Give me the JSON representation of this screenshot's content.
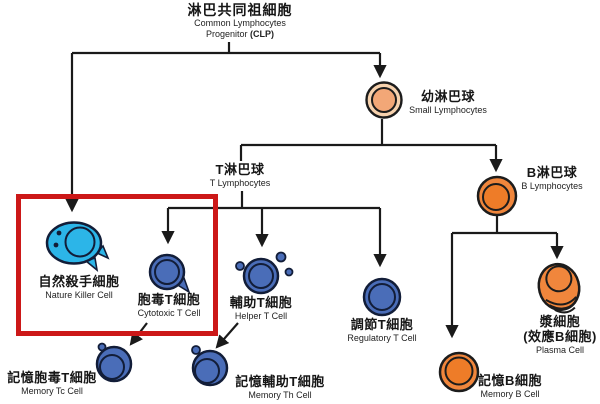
{
  "title": {
    "zh": "淋巴共同祖細胞",
    "en_line1": "Common Lymphocytes",
    "en_line2_normal": "Progenitor",
    "en_line2_bold": "(CLP)"
  },
  "nodes": {
    "small": {
      "zh": "幼淋巴球",
      "en": "Small Lymphocytes"
    },
    "t": {
      "zh": "T淋巴球",
      "en": "T Lymphocytes"
    },
    "b": {
      "zh": "B淋巴球",
      "en": "B Lymphocytes"
    },
    "nk": {
      "zh": "自然殺手細胞",
      "en": "Nature Killer Cell"
    },
    "cytotoxic": {
      "zh": "胞毒T細胞",
      "en": "Cytotoxic T Cell"
    },
    "helper": {
      "zh": "輔助T細胞",
      "en": "Helper T Cell"
    },
    "regulatory": {
      "zh": "調節T細胞",
      "en": "Regulatory T Cell"
    },
    "plasma": {
      "zh": "漿細胞",
      "zh2": "(效應B細胞)",
      "en": "Plasma Cell"
    },
    "memory_b": {
      "zh": "記憶B細胞",
      "en": "Memory B Cell"
    },
    "memory_tc": {
      "zh": "記憶胞毒T細胞",
      "en": "Memory Tc Cell"
    },
    "memory_th": {
      "zh": "記憶輔助T細胞",
      "en": "Memory Th Cell"
    }
  },
  "colors": {
    "cyan": "#2cb5e8",
    "blue": "#4a6db8",
    "orange": "#ee7c28",
    "orange_light": "#f0863c",
    "peach": "#f2a777",
    "peach_light": "#f7d2ae",
    "ink": "#1a1a1a",
    "outline_navy": "#121d38",
    "outline_black": "#1c1c1c",
    "highlight_red": "#cc1818"
  }
}
